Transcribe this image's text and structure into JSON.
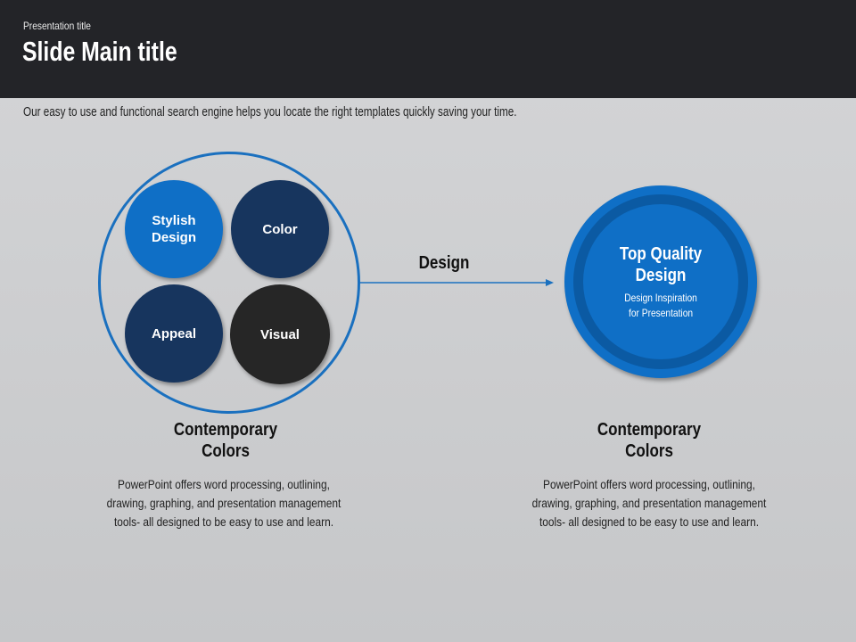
{
  "header": {
    "presentation_title": "Presentation title",
    "main_title": "Slide Main title"
  },
  "subtitle": "Our easy to use and functional search engine helps you locate the right templates quickly saving your time.",
  "left_cluster": {
    "circles": [
      "Stylish Design",
      "Color",
      "Appeal",
      "Visual"
    ]
  },
  "arrow_label": "Design",
  "right_circle": {
    "title": "Top Quality Design",
    "subtitle_line1": "Design Inspiration",
    "subtitle_line2": "for Presentation"
  },
  "left_caption": {
    "title_line1": "Contemporary",
    "title_line2": "Colors",
    "text": "PowerPoint offers word processing, outlining, drawing, graphing, and presentation management tools- all designed to be easy to use and learn."
  },
  "right_caption": {
    "title_line1": "Contemporary",
    "title_line2": "Colors",
    "text": "PowerPoint offers word processing, outlining, drawing, graphing, and presentation management tools- all designed to be easy to use and learn."
  },
  "colors": {
    "accent": "#0f6fc6",
    "navy": "#17355e",
    "dark": "#262626"
  }
}
